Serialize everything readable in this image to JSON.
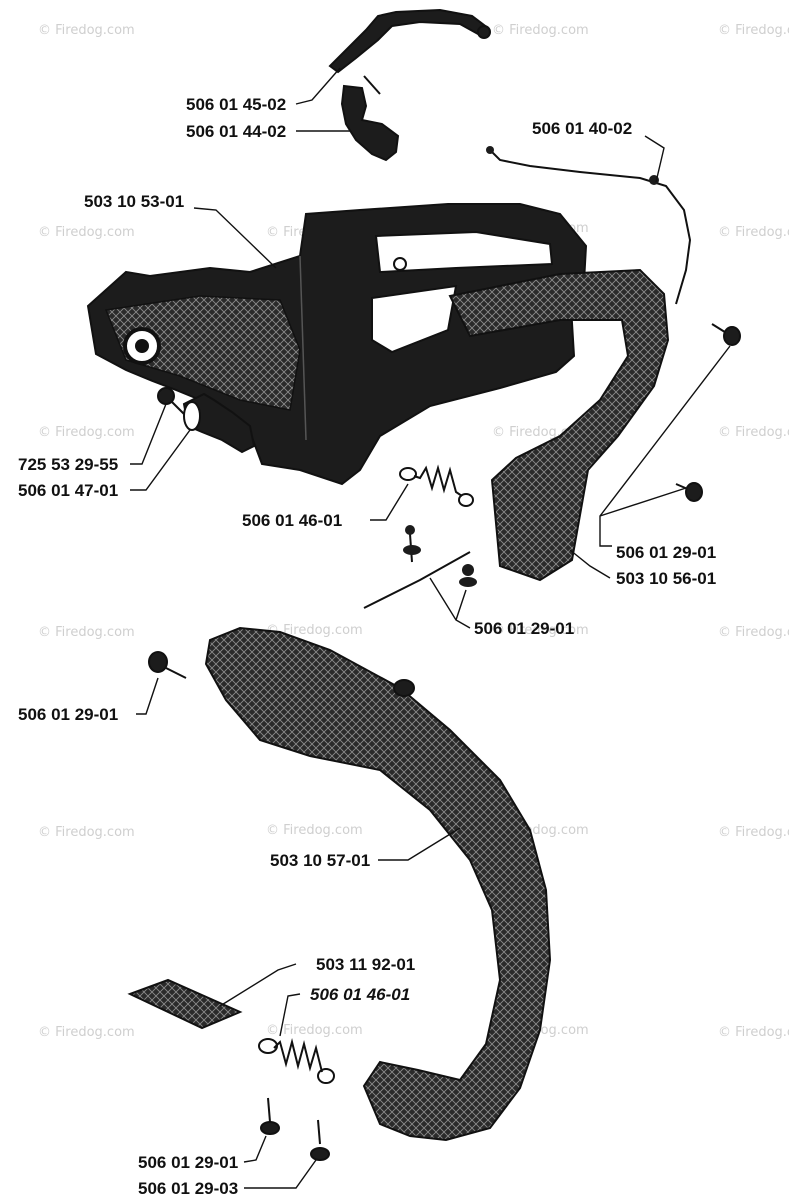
{
  "watermark": "© Firedog.com",
  "parts": [
    {
      "id": "p1",
      "number": "506 01 45-02",
      "italic": false
    },
    {
      "id": "p2",
      "number": "506 01 44-02",
      "italic": false
    },
    {
      "id": "p3",
      "number": "506 01 40-02",
      "italic": false
    },
    {
      "id": "p4",
      "number": "503 10 53-01",
      "italic": false
    },
    {
      "id": "p5",
      "number": "725 53 29-55",
      "italic": false
    },
    {
      "id": "p6",
      "number": "506 01 47-01",
      "italic": false
    },
    {
      "id": "p7",
      "number": "506 01 46-01",
      "italic": false
    },
    {
      "id": "p8",
      "number": "506 01 29-01",
      "italic": false
    },
    {
      "id": "p9",
      "number": "503 10 56-01",
      "italic": false
    },
    {
      "id": "p10",
      "number": "506 01 29-01",
      "italic": false
    },
    {
      "id": "p11",
      "number": "506 01 29-01",
      "italic": false
    },
    {
      "id": "p12",
      "number": "503 10 57-01",
      "italic": false
    },
    {
      "id": "p13",
      "number": "503 11 92-01",
      "italic": false
    },
    {
      "id": "p14",
      "number": "506 01 46-01",
      "italic": true
    },
    {
      "id": "p15",
      "number": "506 01 29-01",
      "italic": false
    },
    {
      "id": "p16",
      "number": "506 01 29-03",
      "italic": false
    }
  ]
}
